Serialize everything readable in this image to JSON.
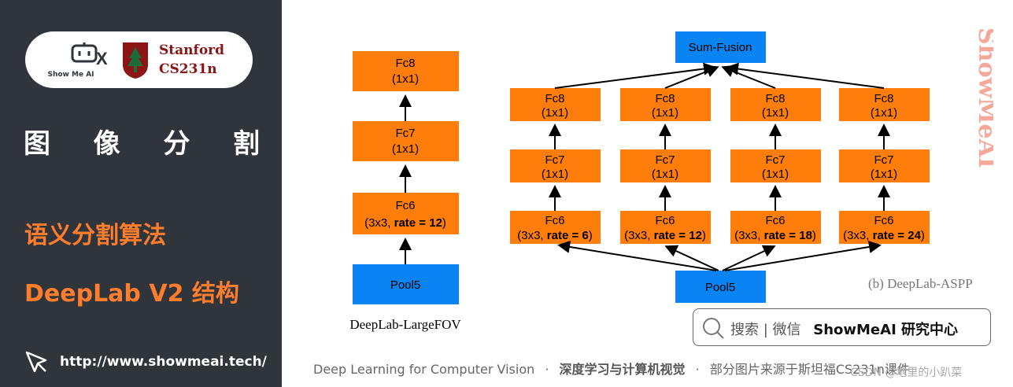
{
  "brand": {
    "logo_text": "Show Me AI",
    "cross": "X",
    "stanford_line1": "Stanford",
    "stanford_line2": "CS231n",
    "watermark": "ShowMeAI"
  },
  "sidebar": {
    "category_chars": [
      "图",
      "像",
      "分",
      "割"
    ],
    "topic": "语义分割算法",
    "subtopic": "DeepLab V2 结构",
    "url": "http://www.showmeai.tech/"
  },
  "diagram": {
    "colors": {
      "orange": "#ff7d0a",
      "blue": "#0b84f3"
    },
    "left": {
      "caption": "DeepLab-LargeFOV",
      "fc8": [
        "Fc8",
        "(1x1)"
      ],
      "fc7": [
        "Fc7",
        "(1x1)"
      ],
      "fc6": [
        "Fc6",
        "(3x3, ",
        "rate = 12",
        ")"
      ],
      "pool": "Pool5"
    },
    "right": {
      "caption": "(b) DeepLab-ASPP",
      "sum": "Sum-Fusion",
      "pool": "Pool5",
      "fc8": [
        "Fc8",
        "(1x1)"
      ],
      "fc7": [
        "Fc7",
        "(1x1)"
      ],
      "fc6_label": "Fc6",
      "rates": [
        "rate = 6",
        "rate = 12",
        "rate = 18",
        "rate = 24"
      ]
    }
  },
  "search_bar": {
    "text": "搜索 | 微信",
    "brand": "ShowMeAI 研究中心"
  },
  "footer": {
    "course": "Deep Learning for Computer Vision",
    "dot": "·",
    "cn_title": "深度学习与计算机视觉",
    "note": "部分图片来源于斯坦福CS231n课件"
  },
  "credit": "CSDN @地里的小趴菜"
}
